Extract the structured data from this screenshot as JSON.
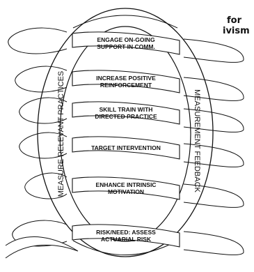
{
  "title": {
    "line1": "for",
    "line2": "ivism"
  },
  "frame": {
    "left_label": "MEASURE RELEVANT PRACTICES",
    "right_label": "MEASUREMENT FEEDBACK"
  },
  "steps": [
    {
      "lines": [
        "ENGAGE ON-GOING",
        "SUPPORT IN COMM."
      ]
    },
    {
      "lines": [
        "INCREASE POSITIVE",
        "REINFORCEMENT"
      ]
    },
    {
      "lines": [
        "SKILL TRAIN WITH",
        "DIRECTED PRACTICE"
      ]
    },
    {
      "lines": [
        "TARGET INTERVENTION"
      ]
    },
    {
      "lines": [
        "ENHANCE INTRINSIC",
        "MOTIVATION"
      ]
    },
    {
      "lines": [
        "RISK/NEED: ASSESS",
        "ACTUARIAL RISK"
      ]
    }
  ],
  "colors": {
    "ink": "#111111",
    "background": "#ffffff"
  }
}
